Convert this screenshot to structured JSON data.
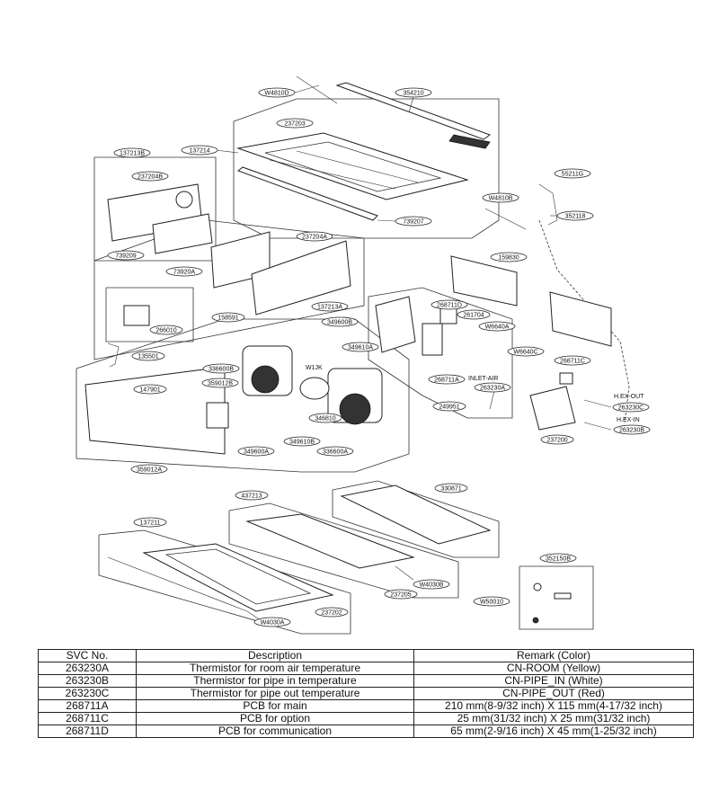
{
  "labels": {
    "W4810D": "W4810D",
    "354210": "354210",
    "237203": "237203",
    "137214": "137214",
    "137213B": "137213B",
    "237204B": "237204B",
    "739209": "739209",
    "73920A": "73920A",
    "237204A": "237204A",
    "739207": "739207",
    "55211G": "55211G",
    "W4810B": "W4810B",
    "352118": "352118",
    "159830": "159830",
    "268711D": "268711D",
    "261704": "261704",
    "W6640A": "W6640A",
    "W6640C": "W6640C",
    "268711C": "268711C",
    "137213A": "137213A",
    "349600B": "349600B",
    "158591": "158591",
    "266010": "266010",
    "349610A": "349610A",
    "135501": "135501",
    "336600B": "336600B",
    "W1JK": "W1JK",
    "359012B": "359012B",
    "147901": "147901",
    "346810": "346810",
    "349610B": "349610B",
    "349600A": "349600A",
    "336600A": "336600A",
    "359012A": "359012A",
    "268711A": "268711A",
    "INLET-AIR": "INLET-AIR",
    "263230A": "263230A",
    "249951": "249951",
    "237200": "237200",
    "HEX-OUT": "H.EX-OUT",
    "263230C": "263230C",
    "HEX-IN": "H.EX-IN",
    "263230B": "263230B",
    "437213": "437213",
    "330871": "330871",
    "137211": "137211",
    "W4030B": "W4030B",
    "237205": "237205",
    "352150B": "352150B",
    "W50010": "W50010",
    "237202": "237202",
    "W4030A": "W4030A"
  },
  "table": {
    "headers": [
      "SVC No.",
      "Description",
      "Remark (Color)"
    ],
    "rows": [
      [
        "263230A",
        "Thermistor for room air temperature",
        "CN-ROOM (Yellow)"
      ],
      [
        "263230B",
        "Thermistor for pipe in temperature",
        "CN-PIPE_IN (White)"
      ],
      [
        "263230C",
        "Thermistor for pipe out temperature",
        "CN-PIPE_OUT (Red)"
      ],
      [
        "268711A",
        "PCB for main",
        "210 mm(8-9/32 inch) X 115 mm(4-17/32 inch)"
      ],
      [
        "268711C",
        "PCB for option",
        "25 mm(31/32 inch) X 25 mm(31/32 inch)"
      ],
      [
        "268711D",
        "PCB for communication",
        "65 mm(2-9/16 inch) X 45 mm(1-25/32 inch)"
      ]
    ]
  }
}
